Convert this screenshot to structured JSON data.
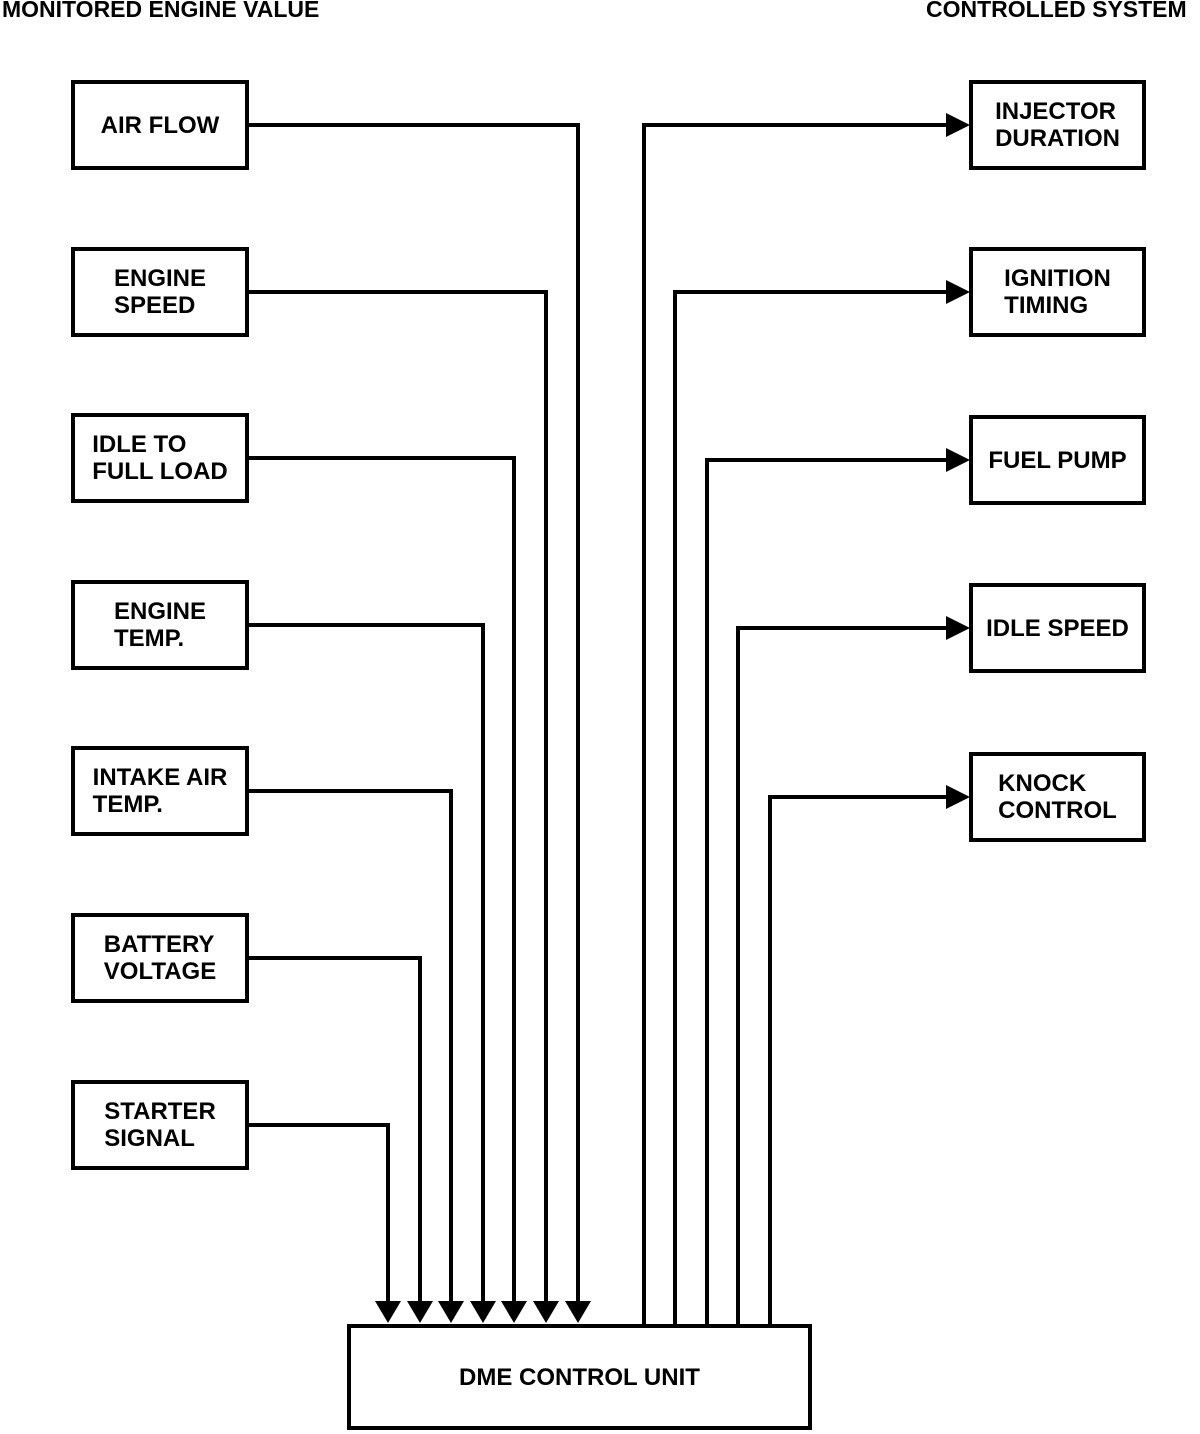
{
  "headers": {
    "left": "MONITORED ENGINE VALUE",
    "right": "CONTROLLED SYSTEM"
  },
  "monitored_values": [
    {
      "label": "AIR FLOW"
    },
    {
      "label": "ENGINE\nSPEED"
    },
    {
      "label": "IDLE TO\nFULL LOAD"
    },
    {
      "label": "ENGINE\nTEMP."
    },
    {
      "label": "INTAKE AIR\nTEMP."
    },
    {
      "label": "BATTERY\nVOLTAGE"
    },
    {
      "label": "STARTER\nSIGNAL"
    }
  ],
  "controlled_systems": [
    {
      "label": "INJECTOR\nDURATION"
    },
    {
      "label": "IGNITION\nTIMING"
    },
    {
      "label": "FUEL PUMP"
    },
    {
      "label": "IDLE SPEED"
    },
    {
      "label": "KNOCK\nCONTROL"
    }
  ],
  "control_unit": {
    "label": "DME CONTROL UNIT"
  },
  "connections": [
    {
      "from": "AIR FLOW",
      "to": "DME CONTROL UNIT"
    },
    {
      "from": "ENGINE SPEED",
      "to": "DME CONTROL UNIT"
    },
    {
      "from": "IDLE TO FULL LOAD",
      "to": "DME CONTROL UNIT"
    },
    {
      "from": "ENGINE TEMP.",
      "to": "DME CONTROL UNIT"
    },
    {
      "from": "INTAKE AIR TEMP.",
      "to": "DME CONTROL UNIT"
    },
    {
      "from": "BATTERY VOLTAGE",
      "to": "DME CONTROL UNIT"
    },
    {
      "from": "STARTER SIGNAL",
      "to": "DME CONTROL UNIT"
    },
    {
      "from": "DME CONTROL UNIT",
      "to": "INJECTOR DURATION"
    },
    {
      "from": "DME CONTROL UNIT",
      "to": "IGNITION TIMING"
    },
    {
      "from": "DME CONTROL UNIT",
      "to": "FUEL PUMP"
    },
    {
      "from": "DME CONTROL UNIT",
      "to": "IDLE SPEED"
    },
    {
      "from": "DME CONTROL UNIT",
      "to": "KNOCK CONTROL"
    }
  ],
  "colors": {
    "foreground": "#000000",
    "background": "#ffffff"
  }
}
